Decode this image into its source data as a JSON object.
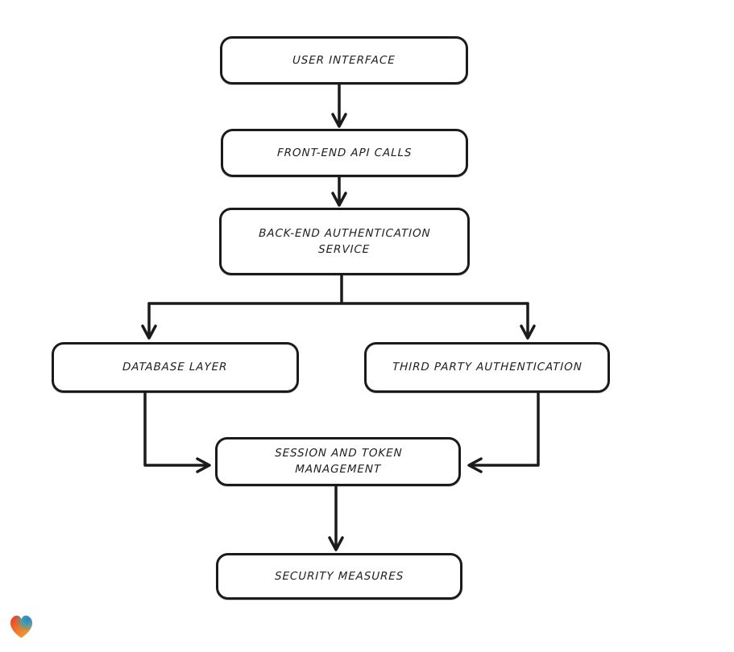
{
  "diagram": {
    "type": "flowchart",
    "style": "hand-drawn",
    "background": "#ffffff",
    "stroke_color": "#1b1b1b",
    "node_fill": "#ffffff",
    "nodes": [
      {
        "id": "user-interface",
        "label": "USER INTERFACE"
      },
      {
        "id": "front-end-api-calls",
        "label": "FRONT-END API CALLS"
      },
      {
        "id": "back-end-authentication-service",
        "label": "BACK-END AUTHENTICATION SERVICE"
      },
      {
        "id": "database-layer",
        "label": "DATABASE LAYER"
      },
      {
        "id": "third-party-authentication",
        "label": "THIRD PARTY AUTHENTICATION"
      },
      {
        "id": "session-and-token-management",
        "label": "SESSION AND TOKEN MANAGEMENT"
      },
      {
        "id": "security-measures",
        "label": "SECURITY MEASURES"
      }
    ],
    "edges": [
      {
        "from": "user-interface",
        "to": "front-end-api-calls"
      },
      {
        "from": "front-end-api-calls",
        "to": "back-end-authentication-service"
      },
      {
        "from": "back-end-authentication-service",
        "to": "database-layer"
      },
      {
        "from": "back-end-authentication-service",
        "to": "third-party-authentication"
      },
      {
        "from": "database-layer",
        "to": "session-and-token-management"
      },
      {
        "from": "third-party-authentication",
        "to": "session-and-token-management"
      },
      {
        "from": "session-and-token-management",
        "to": "security-measures"
      }
    ],
    "logo": {
      "icon": "heart-gradient-icon",
      "colors": [
        "#e8392c",
        "#29b3a2",
        "#2f7fd6",
        "#f59b30"
      ]
    }
  }
}
